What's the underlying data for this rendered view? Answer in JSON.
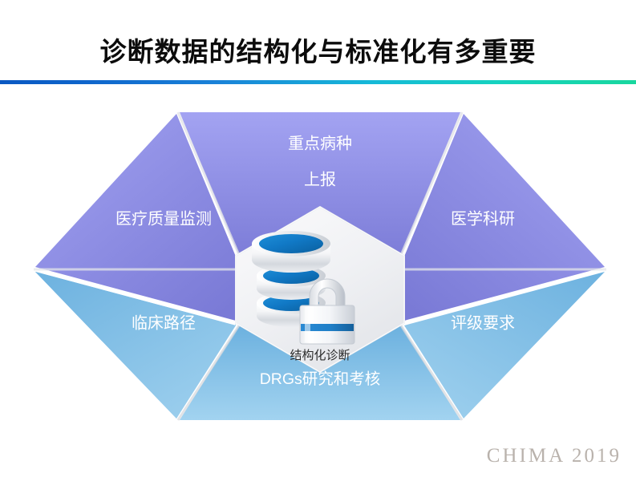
{
  "slide": {
    "title": "诊断数据的结构化与标准化有多重要",
    "watermark": "CHIMA 2019"
  },
  "theme": {
    "title_color": "#0c0c0c",
    "rule_gradient_start": "#0a58c2",
    "rule_gradient_mid": "#16b8d8",
    "rule_gradient_end": "#18d79e",
    "segment_purple_light": "#9b9bee",
    "segment_purple_dark": "#7b7bd8",
    "segment_blue_light": "#93ccec",
    "segment_blue_dark": "#5aa7d8",
    "core_fill": "#f2f3f5",
    "label_color": "#ffffff",
    "core_label_color": "#2b2b2b",
    "watermark_color": "#b9b2ac",
    "database_blue": "#1179c6",
    "lock_stripe_blue": "#1f7fc8"
  },
  "diagram": {
    "type": "hexagon-segment-wheel",
    "center_node": {
      "label": "结构化诊断",
      "icons": [
        "database-icon",
        "padlock-icon"
      ]
    },
    "segments": [
      {
        "id": "top",
        "label": "重点病种",
        "label_line2": "上报",
        "color_family": "purple"
      },
      {
        "id": "upper-right",
        "label": "医学科研",
        "label_line2": "",
        "color_family": "purple"
      },
      {
        "id": "lower-right",
        "label": "评级要求",
        "label_line2": "",
        "color_family": "blue"
      },
      {
        "id": "bottom",
        "label": "DRGs研究和考核",
        "label_line2": "",
        "color_family": "blue"
      },
      {
        "id": "lower-left",
        "label": "临床路径",
        "label_line2": "",
        "color_family": "blue"
      },
      {
        "id": "upper-left",
        "label": "医疗质量监测",
        "label_line2": "",
        "color_family": "purple"
      }
    ]
  }
}
